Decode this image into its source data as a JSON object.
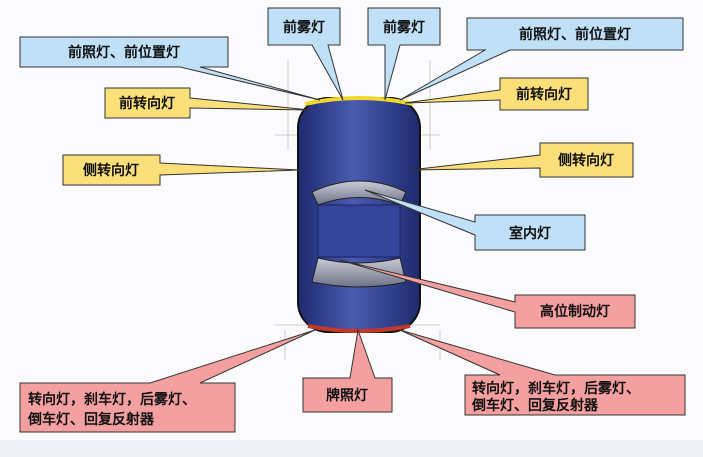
{
  "title": "汽车灯光位置示意图",
  "colors": {
    "front": "#bfe0f7",
    "signal": "#fbe07a",
    "rear": "#f5a0a0",
    "car": "#2f3f93"
  },
  "labels": {
    "headlight_left": "前照灯、前位置灯",
    "fog_left": "前雾灯",
    "fog_right": "前雾灯",
    "headlight_right": "前照灯、前位置灯",
    "front_turn_left": "前转向灯",
    "front_turn_right": "前转向灯",
    "side_turn_left": "侧转向灯",
    "side_turn_right": "侧转向灯",
    "interior": "室内灯",
    "high_brake": "高位制动灯",
    "rear_left_line1": "转向灯，刹车灯，后雾灯、",
    "rear_left_line2": "倒车灯、回复反射器",
    "license": "牌照灯",
    "rear_right_line1": "转向灯，刹车灯，后雾灯、",
    "rear_right_line2": "倒车灯、回复反射器"
  }
}
